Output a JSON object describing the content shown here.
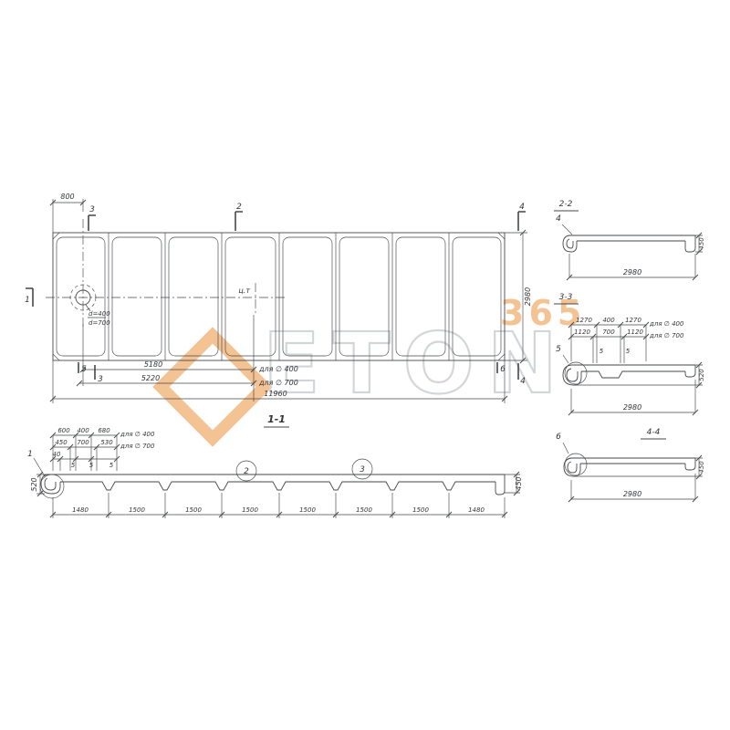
{
  "watermark": {
    "letters": "ETON",
    "num": "365"
  },
  "plan": {
    "dim_800": "800",
    "cut3": "3",
    "cut2": "2",
    "cut4": "4",
    "cut1": "1",
    "mark5": "5",
    "mark3": "3",
    "mark6": "6",
    "mark4": "4",
    "ct": "ц.т",
    "d400": "d=400",
    "d700": "d=700",
    "dim_5180": "5180",
    "for400": "для ∅ 400",
    "dim_5220": "5220",
    "for700": "для ∅ 700",
    "dim_11960": "11960",
    "dim_2980": "2980"
  },
  "s11": {
    "title": "1-1",
    "a1": "600",
    "a2": "400",
    "a3": "680",
    "a_label": "для ∅ 400",
    "b1": "450",
    "b2": "700",
    "b3": "530",
    "b_label": "для ∅ 700",
    "c1": "40",
    "c2": "5",
    "c3": "5",
    "c4": "5",
    "h_left": "520",
    "h_right": "450",
    "det1": "1",
    "det2": "2",
    "det3": "3",
    "bottom": [
      "1480",
      "1500",
      "1500",
      "1500",
      "1500",
      "1500",
      "1500",
      "1480"
    ]
  },
  "s22": {
    "title": "2-2",
    "det": "4",
    "h": "450",
    "w": "2980"
  },
  "s33": {
    "title": "3-3",
    "det": "5",
    "a1": "1270",
    "a2": "400",
    "a3": "1270",
    "a_label": "для ∅ 400",
    "b1": "1120",
    "b2": "700",
    "b3": "1120",
    "b_label": "для ∅ 700",
    "s1": "5",
    "s2": "5",
    "h": "520",
    "w": "2980"
  },
  "s44": {
    "title": "4-4",
    "det": "6",
    "h": "450",
    "w": "2980"
  }
}
